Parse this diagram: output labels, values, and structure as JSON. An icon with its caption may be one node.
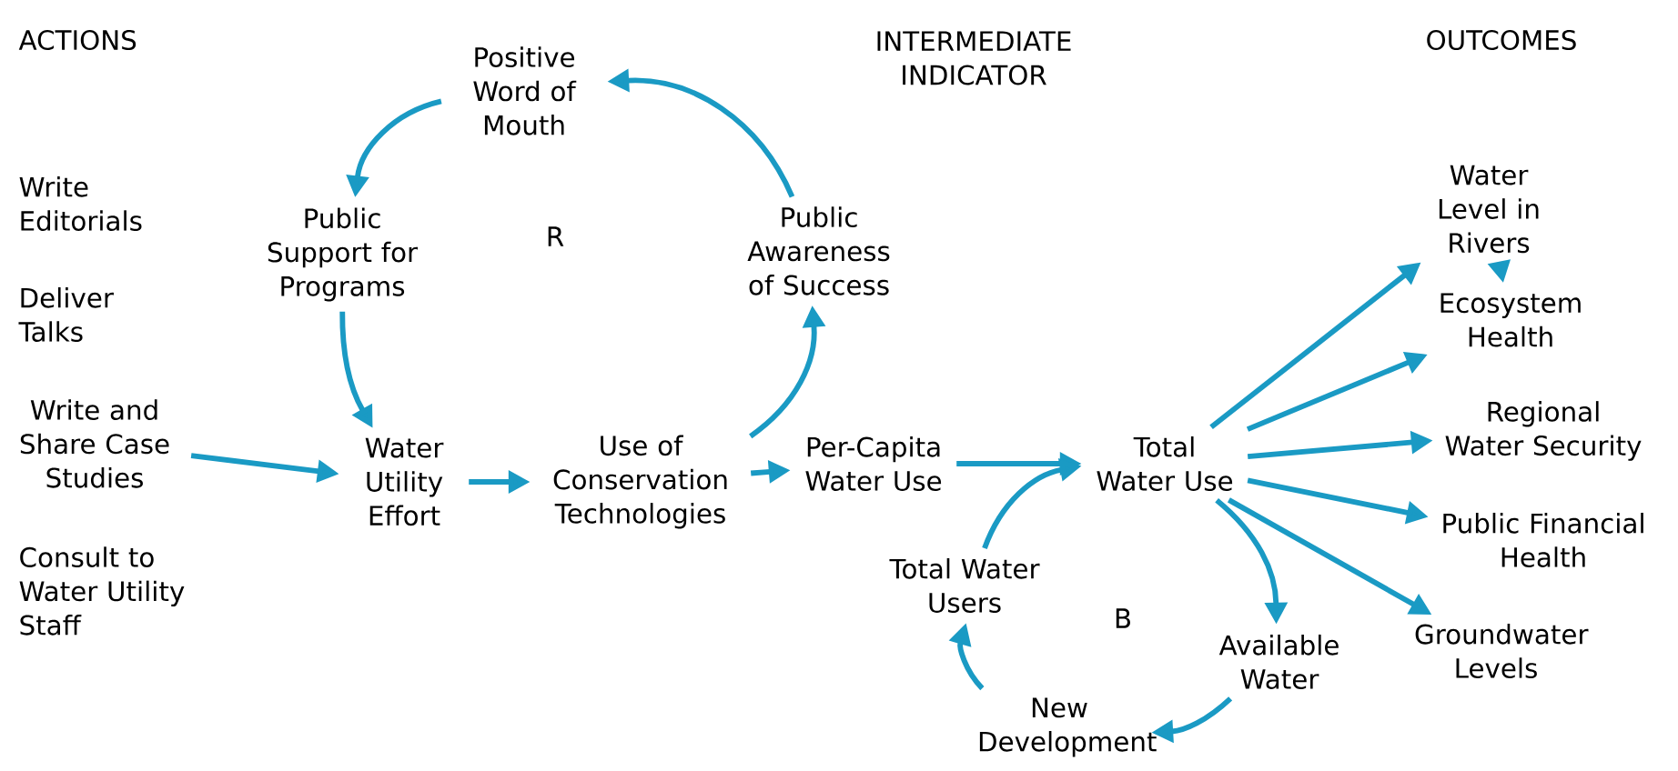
{
  "diagram": {
    "nodes": [
      {
        "text": [
          "Positive Word of Mouth"
        ]
      },
      {
        "text": [
          "Public Support for Programs"
        ]
      },
      {
        "text": [
          "Public Awareness of Success"
        ]
      },
      {
        "text": [
          "Write and Share Case Studies"
        ]
      },
      {
        "text": [
          "Water Utility Effort"
        ]
      },
      {
        "text": [
          "Use of Conservation Technologies"
        ]
      },
      {
        "text": [
          "Per-Capita Water Use"
        ]
      },
      {
        "text": [
          "Total Water Use"
        ]
      },
      {
        "text": [
          "Total Water Users"
        ]
      },
      {
        "text": [
          "Available Water"
        ]
      },
      {
        "text": [
          "New Development"
        ]
      },
      {
        "text": [
          "Water Level in Rivers"
        ]
      },
      {
        "text": [
          "Ecosystem Health"
        ]
      },
      {
        "text": [
          "Regional Water Security"
        ]
      },
      {
        "text": [
          "Public Financial Health"
        ]
      },
      {
        "text": [
          "Groundwater Levels"
        ]
      }
    ],
    "edges": [
      {
        "from": 0,
        "to": 1,
        "arrow": "to"
      },
      {
        "from": 1,
        "to": 4,
        "arrow": "to"
      },
      {
        "from": 3,
        "to": 4,
        "arrow": "to"
      },
      {
        "from": 4,
        "to": 5,
        "arrow": "to"
      },
      {
        "from": 5,
        "to": 2,
        "arrow": "to"
      },
      {
        "from": 2,
        "to": 0,
        "arrow": "to"
      },
      {
        "from": 5,
        "to": 6,
        "arrow": "to"
      },
      {
        "from": 6,
        "to": 7,
        "arrow": "to"
      },
      {
        "from": 8,
        "to": 7,
        "arrow": "to"
      },
      {
        "from": 7,
        "to": 9,
        "arrow": "to"
      },
      {
        "from": 9,
        "to": 10,
        "arrow": "to"
      },
      {
        "from": 10,
        "to": 8,
        "arrow": "to"
      },
      {
        "from": 7,
        "to": 11,
        "arrow": "to"
      },
      {
        "from": 7,
        "to": 12,
        "arrow": "to"
      },
      {
        "from": 7,
        "to": 13,
        "arrow": "to"
      },
      {
        "from": 7,
        "to": 14,
        "arrow": "to"
      },
      {
        "from": 7,
        "to": 15,
        "arrow": "to"
      },
      {
        "from": 11,
        "to": 12,
        "arrow": "to"
      }
    ],
    "labels": [
      "ACTIONS",
      "INTERMEDIATE INDICATOR",
      "OUTCOMES",
      "Write Editorials",
      "Deliver Talks",
      "R",
      "Consult to Water Utility Staff",
      "B"
    ]
  }
}
